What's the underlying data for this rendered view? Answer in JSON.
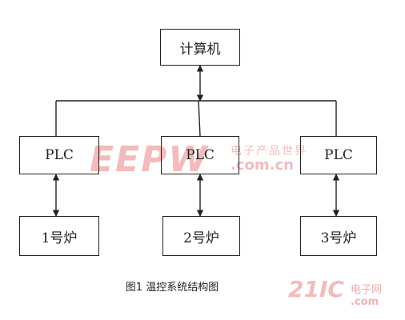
{
  "diagram": {
    "computer": "计算机",
    "plc_1": "PLC",
    "plc_2": "PLC",
    "plc_3": "PLC",
    "furnace_1": "1号炉",
    "furnace_2": "2号炉",
    "furnace_3": "3号炉"
  },
  "caption": "图1  温控系统结构图",
  "watermarks": {
    "eepw_logo": "EEPW",
    "eepw_chinese": "电子产品世界",
    "eepw_url": ".com.cn",
    "ic21_logo": "21IC",
    "ic21_chinese": "电子网",
    "ic21_url": ".com"
  },
  "colors": {
    "line": "#222222",
    "watermark": "#dc3c3c"
  }
}
